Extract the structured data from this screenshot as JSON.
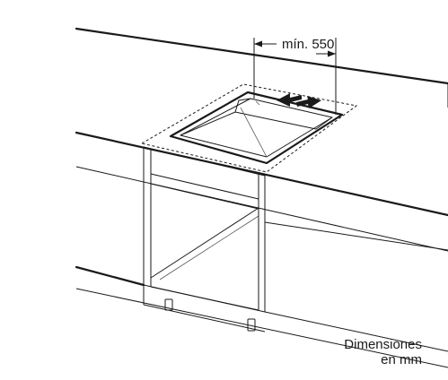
{
  "dimension_label": "mín. 550",
  "units_label_line1": "Dimensiones",
  "units_label_line2": "en mm"
}
